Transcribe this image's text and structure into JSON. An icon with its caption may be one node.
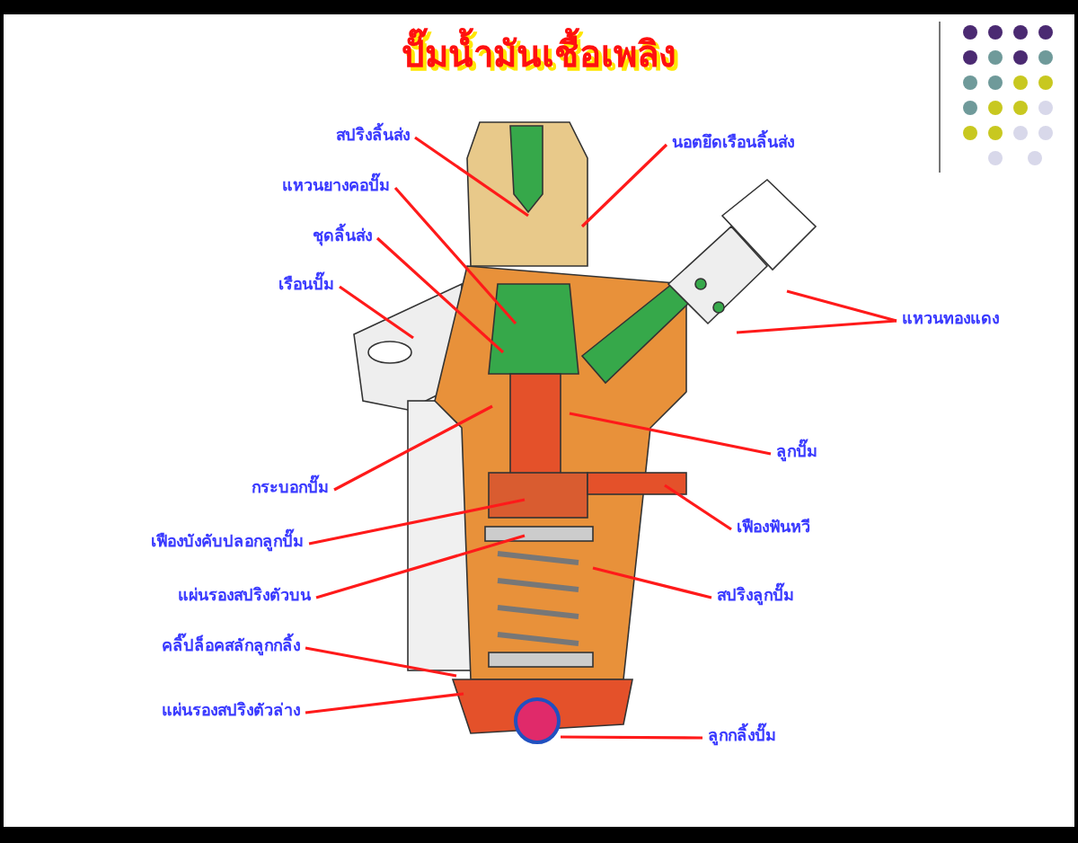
{
  "diagram": {
    "title": "ปั๊มน้ำมันเชื้อเพลิง",
    "nodes": [
      {
        "text": [
          "สปริงลิ้นส่ง"
        ]
      },
      {
        "text": [
          "แหวนยางคอปั๊ม"
        ]
      },
      {
        "text": [
          "ชุดลิ้นส่ง"
        ]
      },
      {
        "text": [
          "เรือนปั๊ม"
        ]
      },
      {
        "text": [
          "นอตยึดเรือนลิ้นส่ง"
        ]
      },
      {
        "text": [
          "แหวนทองแดง"
        ]
      },
      {
        "text": [
          "ลูกปั๊ม"
        ]
      },
      {
        "text": [
          "กระบอกปั๊ม"
        ]
      },
      {
        "text": [
          "เฟืองฟันหวี"
        ]
      },
      {
        "text": [
          "เฟืองบังคับปลอกลูกปั๊ม"
        ]
      },
      {
        "text": [
          "แผ่นรองสปริงตัวบน"
        ]
      },
      {
        "text": [
          "สปริงลูกปั๊ม"
        ]
      },
      {
        "text": [
          "คลิ๊ปล็อคสลักลูกกลิ้ง"
        ]
      },
      {
        "text": [
          "แผ่นรองสปริงตัวล่าง"
        ]
      },
      {
        "text": [
          "ลูกกลิ้งปั๊ม"
        ]
      }
    ],
    "edges": [
      {
        "from": 0,
        "to": null,
        "arrow": "none"
      },
      {
        "from": 1,
        "to": null,
        "arrow": "none"
      },
      {
        "from": 2,
        "to": null,
        "arrow": "none"
      },
      {
        "from": 3,
        "to": null,
        "arrow": "none"
      },
      {
        "from": 4,
        "to": null,
        "arrow": "none"
      },
      {
        "from": 5,
        "to": null,
        "arrow": "none"
      },
      {
        "from": 5,
        "to": null,
        "arrow": "none"
      },
      {
        "from": 6,
        "to": null,
        "arrow": "none"
      },
      {
        "from": 7,
        "to": null,
        "arrow": "none"
      },
      {
        "from": 8,
        "to": null,
        "arrow": "none"
      },
      {
        "from": 9,
        "to": null,
        "arrow": "none"
      },
      {
        "from": 10,
        "to": null,
        "arrow": "none"
      },
      {
        "from": 11,
        "to": null,
        "arrow": "none"
      },
      {
        "from": 12,
        "to": null,
        "arrow": "none"
      },
      {
        "from": 13,
        "to": null,
        "arrow": "none"
      },
      {
        "from": 14,
        "to": null,
        "arrow": "none"
      }
    ]
  }
}
